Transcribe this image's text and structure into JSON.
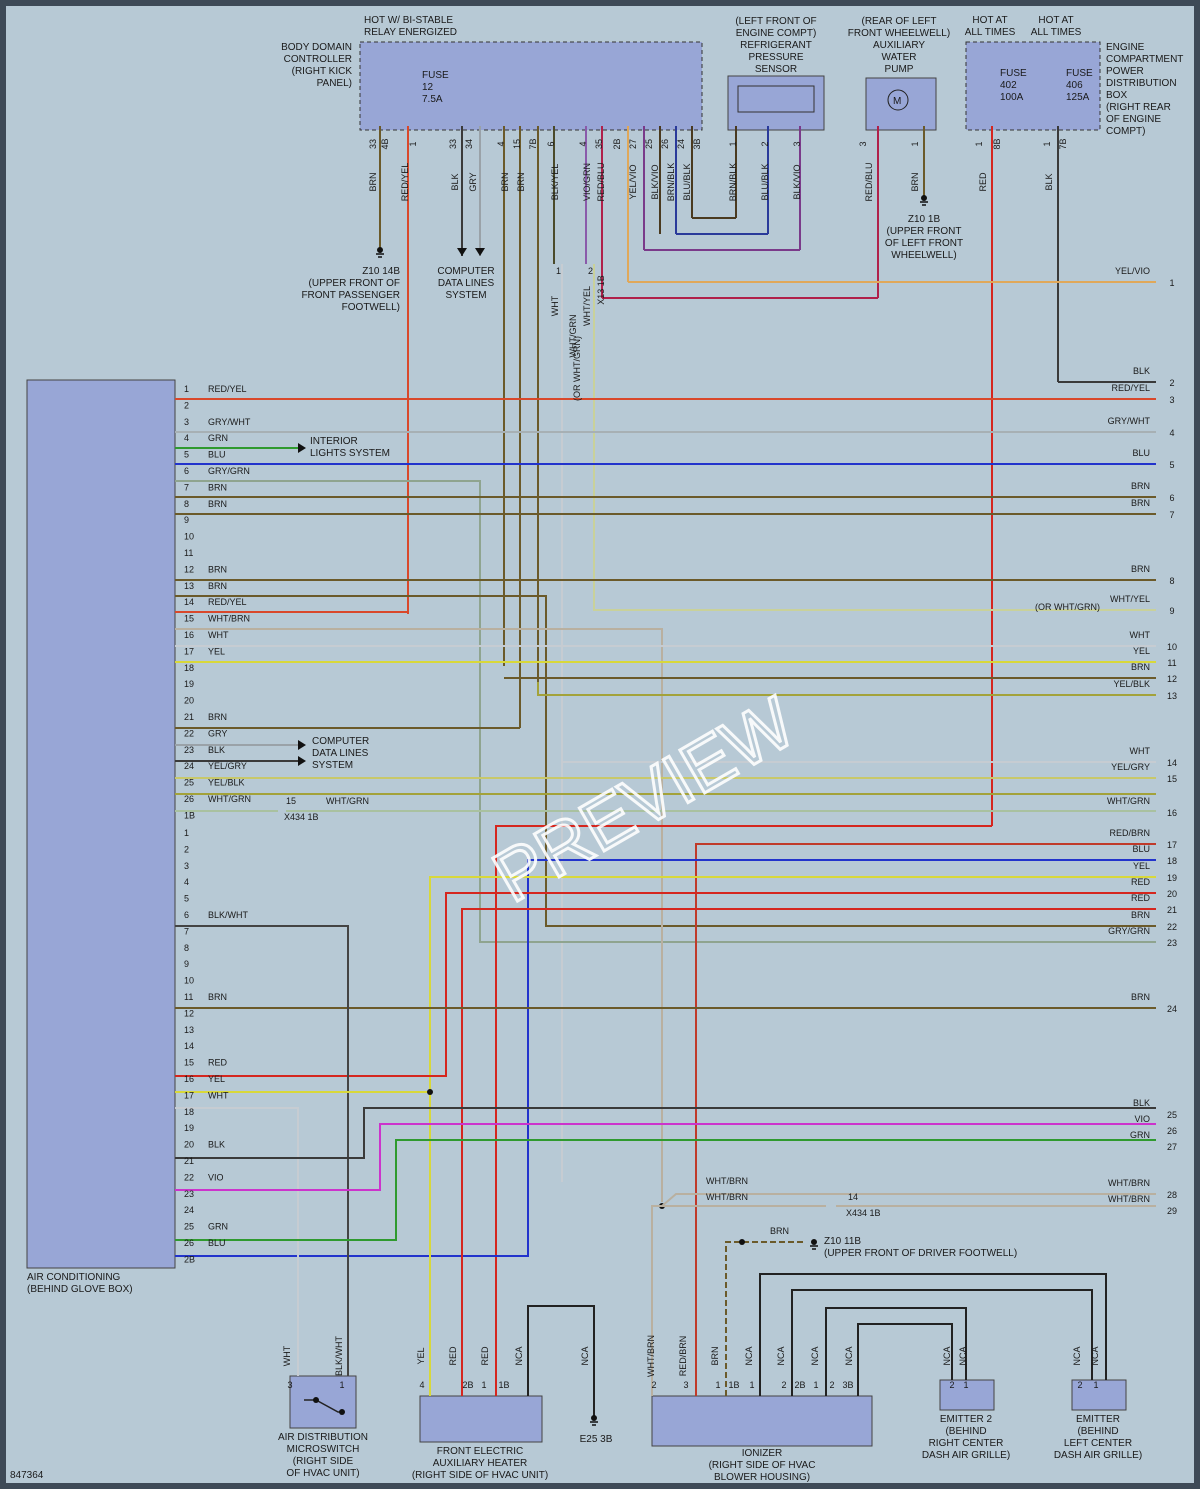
{
  "diagram_id": "847364",
  "watermark": "PREVIEW",
  "blocks": {
    "bdc": [
      "BODY DOMAIN",
      "CONTROLLER",
      "(RIGHT KICK",
      "PANEL)"
    ],
    "hot_relay": [
      "HOT W/ BI-STABLE",
      "RELAY ENERGIZED"
    ],
    "fuse12": [
      "FUSE",
      "12",
      "7.5A"
    ],
    "sensor": [
      "(LEFT FRONT OF",
      "ENGINE COMPT)",
      "REFRIGERANT",
      "PRESSURE",
      "SENSOR"
    ],
    "pump": [
      "(REAR OF LEFT",
      "FRONT WHEELWELL)",
      "AUXILIARY",
      "WATER",
      "PUMP"
    ],
    "hot1": [
      "HOT AT",
      "ALL TIMES"
    ],
    "hot2": [
      "HOT AT",
      "ALL TIMES"
    ],
    "fuse402": [
      "FUSE",
      "402",
      "100A"
    ],
    "fuse406": [
      "FUSE",
      "406",
      "125A"
    ],
    "epdb": [
      "ENGINE",
      "COMPARTMENT",
      "POWER",
      "DISTRIBUTION",
      "BOX",
      "(RIGHT REAR",
      "OF ENGINE",
      "COMPT)"
    ],
    "z10_14b": [
      "Z10 14B",
      "(UPPER FRONT OF",
      "FRONT PASSENGER",
      "FOOTWELL)"
    ],
    "comp_data_top": [
      "COMPUTER",
      "DATA LINES",
      "SYSTEM"
    ],
    "z10_1b": [
      "Z10 1B",
      "(UPPER FRONT",
      "OF LEFT FRONT",
      "WHEELWELL)"
    ],
    "interior": [
      "INTERIOR",
      "LIGHTS SYSTEM"
    ],
    "comp_data_mid": [
      "COMPUTER",
      "DATA LINES",
      "SYSTEM"
    ],
    "ac": [
      "AIR CONDITIONING",
      "(BEHIND GLOVE BOX)"
    ],
    "z10_11b": [
      "Z10 11B",
      "(UPPER FRONT OF DRIVER FOOTWELL)"
    ],
    "microswitch": [
      "AIR DISTRIBUTION",
      "MICROSWITCH",
      "(RIGHT SIDE",
      "OF HVAC UNIT)"
    ],
    "heater": [
      "FRONT ELECTRIC",
      "AUXILIARY HEATER",
      "(RIGHT SIDE OF HVAC UNIT)"
    ],
    "e25": [
      "E25 3B"
    ],
    "ionizer": [
      "IONIZER",
      "(RIGHT SIDE OF HVAC",
      "BLOWER HOUSING)"
    ],
    "emitter2": [
      "EMITTER 2",
      "(BEHIND",
      "RIGHT CENTER",
      "DASH AIR GRILLE)"
    ],
    "emitter": [
      "EMITTER",
      "(BEHIND",
      "LEFT CENTER",
      "DASH AIR GRILLE)"
    ]
  },
  "connectors": {
    "x131b": "X13 1B",
    "x434a": "X434 1B",
    "x434b": "X434 1B",
    "or_whtgrn_v": "(OR WHT/GRN)",
    "or_whtgrn_h": "(OR WHT/GRN)"
  },
  "wires": {
    "top_pins": [
      "33",
      "4B",
      "1",
      "33",
      "34",
      "4",
      "15",
      "7B",
      "6",
      "4",
      "35",
      "2B",
      "27",
      "25",
      "26",
      "24",
      "3B",
      "1",
      "2",
      "3",
      "3",
      "1",
      "1",
      "8B",
      "1",
      "7B"
    ],
    "top_colors": [
      "BRN",
      "RED/YEL",
      "BLK",
      "GRY",
      "BRN",
      "BRN",
      "BLK/YEL",
      "VIO/GRN",
      "RED/BLU",
      "YEL/VIO",
      "BLK/VIO",
      "BRN/BLK",
      "BLU/BLK",
      "BRN/BLK",
      "BLU/BLK",
      "BLK/VIO",
      "RED/BLU",
      "BRN",
      "RED",
      "BLK"
    ],
    "mid_labels": [
      "WHT",
      "WHT/GRN",
      "WHT/YEL",
      "1",
      "2"
    ],
    "right": [
      {
        "n": "1",
        "c": "YEL/VIO"
      },
      {
        "n": "2",
        "c": "BLK"
      },
      {
        "n": "3",
        "c": "RED/YEL"
      },
      {
        "n": "4",
        "c": "GRY/WHT"
      },
      {
        "n": "5",
        "c": "BLU"
      },
      {
        "n": "6",
        "c": "BRN"
      },
      {
        "n": "7",
        "c": "BRN"
      },
      {
        "n": "8",
        "c": "BRN"
      },
      {
        "n": "9",
        "c": "WHT/YEL"
      },
      {
        "n": "10",
        "c": "WHT"
      },
      {
        "n": "11",
        "c": "YEL"
      },
      {
        "n": "12",
        "c": "BRN"
      },
      {
        "n": "13",
        "c": "YEL/BLK"
      },
      {
        "n": "14",
        "c": "WHT"
      },
      {
        "n": "15",
        "c": "YEL/GRY"
      },
      {
        "n": "16",
        "c": "WHT/GRN"
      },
      {
        "n": "17",
        "c": "RED/BRN"
      },
      {
        "n": "18",
        "c": "BLU"
      },
      {
        "n": "19",
        "c": "YEL"
      },
      {
        "n": "20",
        "c": "RED"
      },
      {
        "n": "21",
        "c": "RED"
      },
      {
        "n": "22",
        "c": "BRN"
      },
      {
        "n": "23",
        "c": "GRY/GRN"
      },
      {
        "n": "24",
        "c": "BRN"
      },
      {
        "n": "25",
        "c": "BLK"
      },
      {
        "n": "26",
        "c": "VIO"
      },
      {
        "n": "27",
        "c": "GRN"
      },
      {
        "n": "28",
        "c": "WHT/BRN"
      },
      {
        "n": "29",
        "c": "WHT/BRN"
      }
    ],
    "ac_a": [
      {
        "n": "1",
        "c": "RED/YEL"
      },
      {
        "n": "2",
        "c": ""
      },
      {
        "n": "3",
        "c": "GRY/WHT"
      },
      {
        "n": "4",
        "c": "GRN"
      },
      {
        "n": "5",
        "c": "BLU"
      },
      {
        "n": "6",
        "c": "GRY/GRN"
      },
      {
        "n": "7",
        "c": "BRN"
      },
      {
        "n": "8",
        "c": "BRN"
      },
      {
        "n": "9",
        "c": ""
      },
      {
        "n": "10",
        "c": ""
      },
      {
        "n": "11",
        "c": ""
      },
      {
        "n": "12",
        "c": "BRN"
      },
      {
        "n": "13",
        "c": "BRN"
      },
      {
        "n": "14",
        "c": "RED/YEL"
      },
      {
        "n": "15",
        "c": "WHT/BRN"
      },
      {
        "n": "16",
        "c": "WHT"
      },
      {
        "n": "17",
        "c": "YEL"
      },
      {
        "n": "18",
        "c": ""
      },
      {
        "n": "19",
        "c": ""
      },
      {
        "n": "20",
        "c": ""
      },
      {
        "n": "21",
        "c": "BRN"
      },
      {
        "n": "22",
        "c": "GRY"
      },
      {
        "n": "23",
        "c": "BLK"
      },
      {
        "n": "24",
        "c": "YEL/GRY"
      },
      {
        "n": "25",
        "c": "YEL/BLK"
      },
      {
        "n": "26",
        "c": "WHT/GRN"
      },
      {
        "n": "1B",
        "c": ""
      }
    ],
    "ac_b": [
      {
        "n": "1",
        "c": ""
      },
      {
        "n": "2",
        "c": ""
      },
      {
        "n": "3",
        "c": ""
      },
      {
        "n": "4",
        "c": ""
      },
      {
        "n": "5",
        "c": ""
      },
      {
        "n": "6",
        "c": "BLK/WHT"
      },
      {
        "n": "7",
        "c": ""
      },
      {
        "n": "8",
        "c": ""
      },
      {
        "n": "9",
        "c": ""
      },
      {
        "n": "10",
        "c": ""
      },
      {
        "n": "11",
        "c": "BRN"
      },
      {
        "n": "12",
        "c": ""
      },
      {
        "n": "13",
        "c": ""
      },
      {
        "n": "14",
        "c": ""
      },
      {
        "n": "15",
        "c": "RED"
      },
      {
        "n": "16",
        "c": "YEL"
      },
      {
        "n": "17",
        "c": "WHT"
      },
      {
        "n": "18",
        "c": ""
      },
      {
        "n": "19",
        "c": ""
      },
      {
        "n": "20",
        "c": "BLK"
      },
      {
        "n": "21",
        "c": ""
      },
      {
        "n": "22",
        "c": "VIO"
      },
      {
        "n": "23",
        "c": ""
      },
      {
        "n": "24",
        "c": ""
      },
      {
        "n": "25",
        "c": "GRN"
      },
      {
        "n": "26",
        "c": "BLU"
      },
      {
        "n": "2B",
        "c": ""
      }
    ],
    "ac26_mid": [
      "15",
      "WHT/GRN"
    ],
    "wht_brn": [
      "WHT/BRN",
      "WHT/BRN",
      "14"
    ],
    "brn_z10": "BRN",
    "bottom_pins": [
      "3",
      "1",
      "4",
      "2B",
      "1",
      "1B",
      "2",
      "3",
      "1",
      "1B",
      "1",
      "2",
      "2B",
      "1",
      "2",
      "3B",
      "2",
      "1",
      "2",
      "1"
    ],
    "bottom_colors": [
      "WHT",
      "BLK/WHT",
      "YEL",
      "RED",
      "RED",
      "NCA",
      "NCA",
      "WHT/BRN",
      "RED/BRN",
      "BRN",
      "NCA",
      "NCA",
      "NCA",
      "NCA",
      "NCA",
      "NCA",
      "NCA",
      "NCA"
    ]
  },
  "colors": {
    "RED/YEL": "#d9482b",
    "GRY/WHT": "#a7b0b4",
    "GRN": "#2f9a2f",
    "BLU": "#2233cc",
    "GRY/GRN": "#8fa48f",
    "BRN": "#6b5a2a",
    "WHT": "#c6ccd2",
    "YEL": "#d8d83a",
    "YEL/BLK": "#a3a23a",
    "GRY": "#9aa2a8",
    "YEL/GRY": "#c8c86a",
    "WHT/GRN": "#a9c1a0",
    "RED": "#d5261e",
    "VIO": "#cc33cc",
    "BLK": "#3a3a3a",
    "YEL/VIO": "#e0a85a",
    "RED/BLU": "#b0204a",
    "WHT/YEL": "#c9d19a",
    "RED/BRN": "#c03a2a",
    "WHT/BRN": "#b9b0a0",
    "BLK/WHT": "#444444",
    "BLK/VIO": "#7a3a8a",
    "BLU/BLK": "#2a3a9a",
    "BRN/BLK": "#4a3a20",
    "BLK/YEL": "#4a4a2a",
    "VIO/GRN": "#8a5aaa"
  }
}
